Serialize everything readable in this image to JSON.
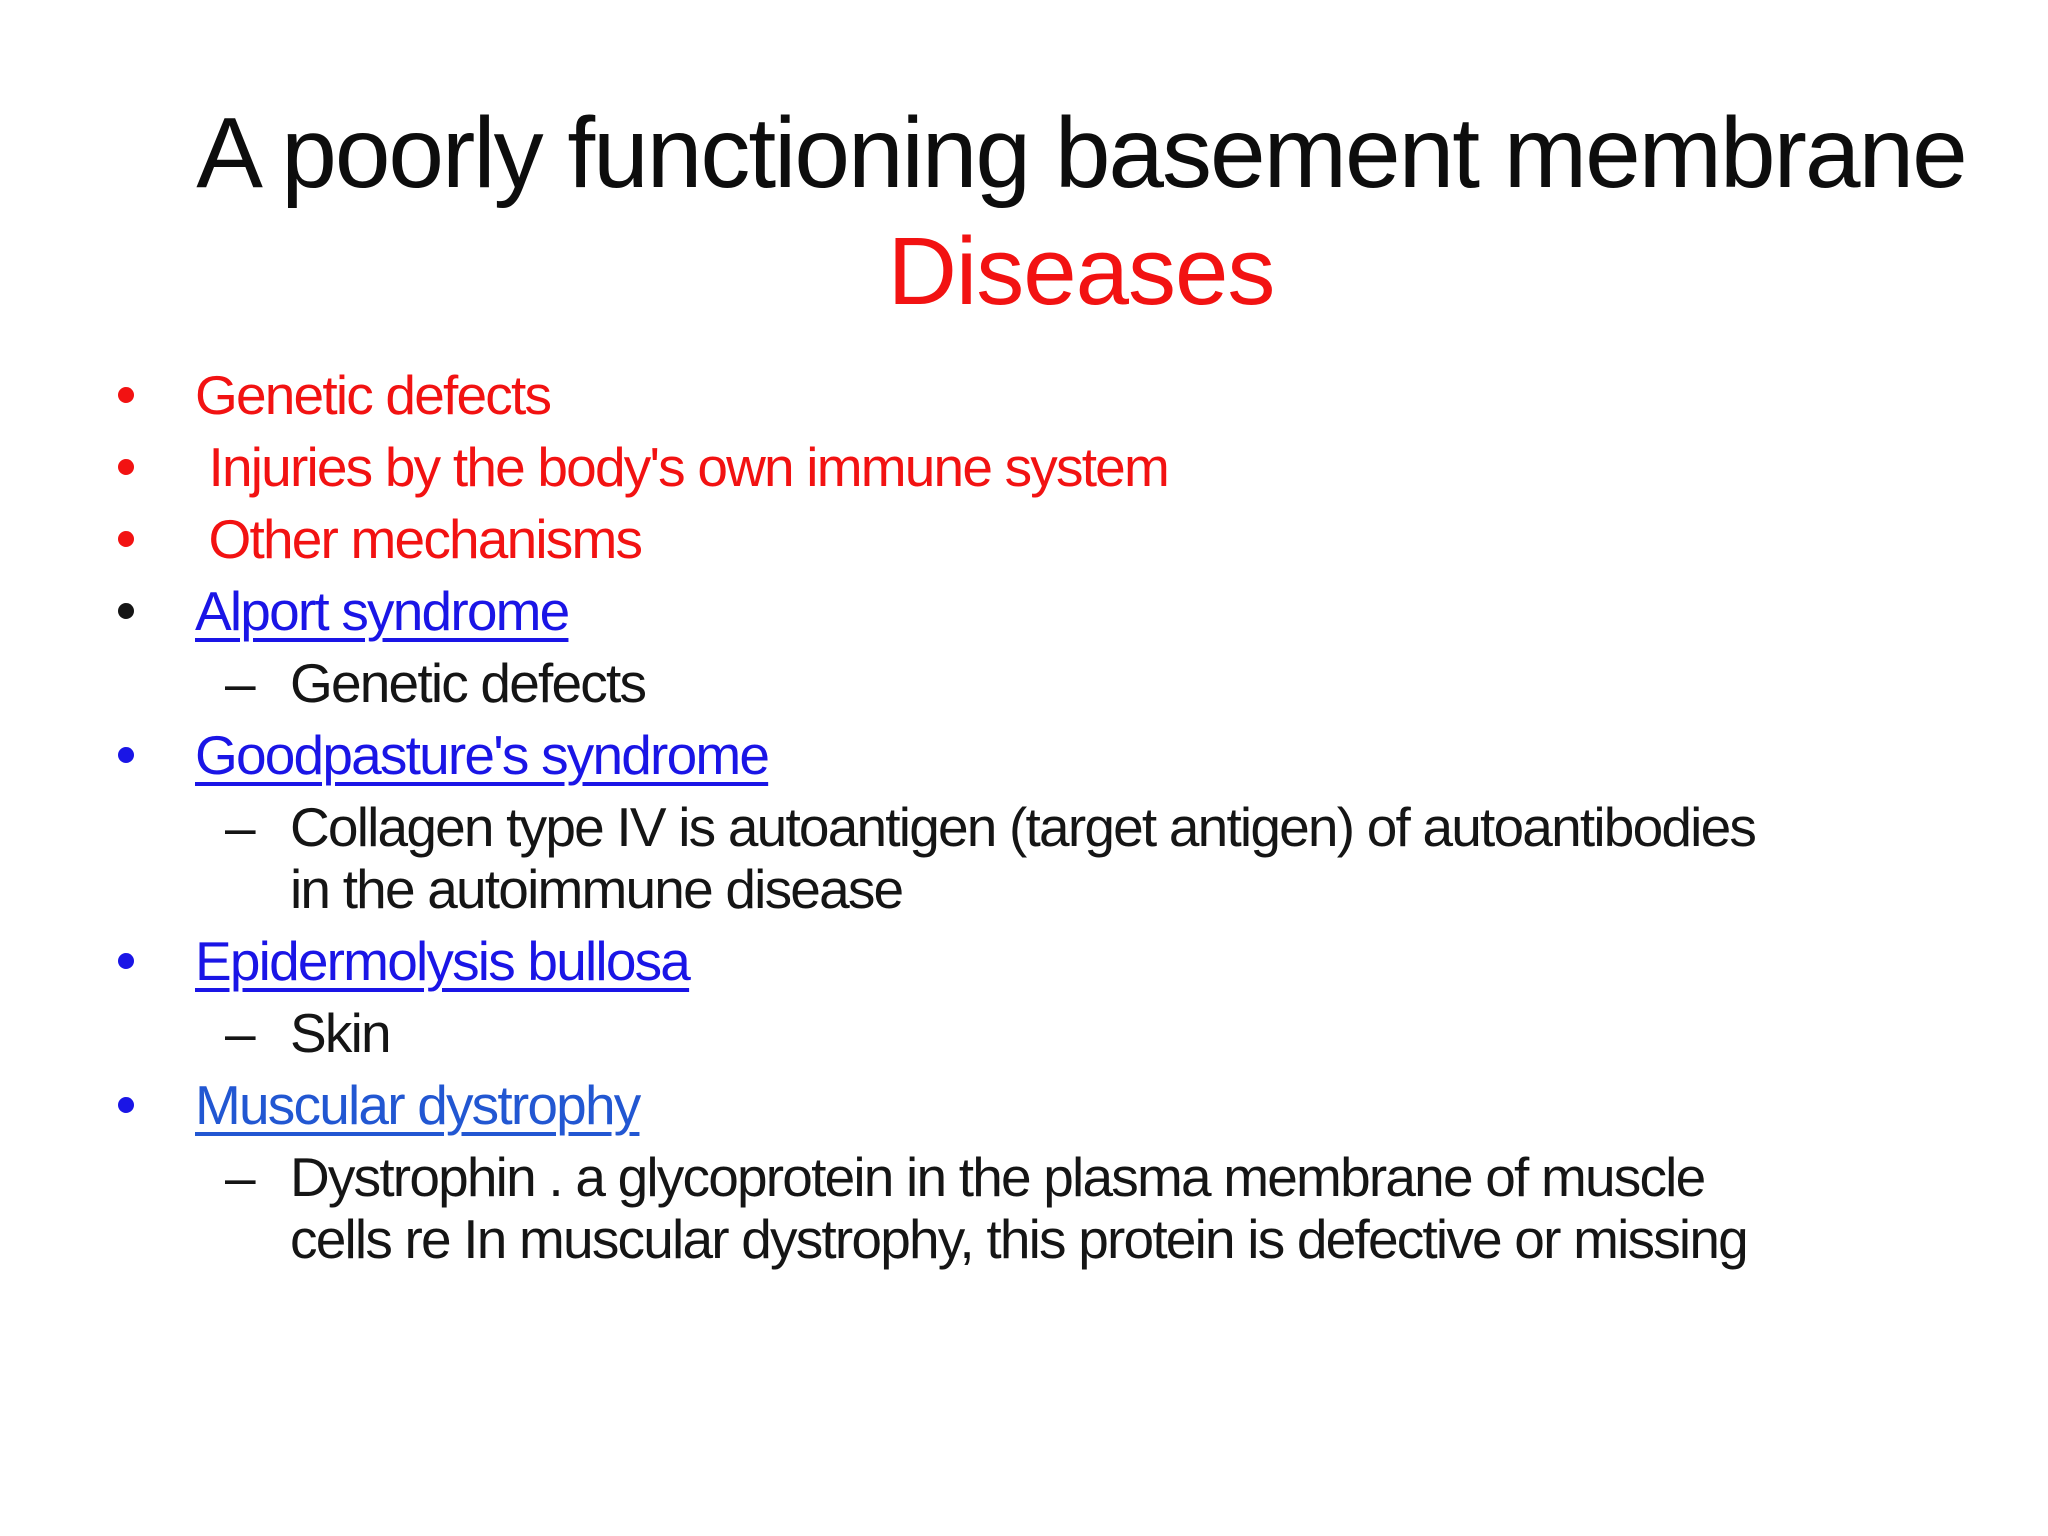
{
  "slide": {
    "title_line1": "A poorly functioning basement membrane",
    "title_line2": "Diseases",
    "dash_glyph": "–",
    "colors": {
      "title_black": "#0d0d0d",
      "red": "#f21212",
      "black": "#151515",
      "link_blue": "#1a15e6",
      "link_blue_light": "#2257d2"
    },
    "bullets": [
      {
        "level": 1,
        "bullet": "dot",
        "bullet_color": "red",
        "style": "red",
        "text": "Genetic defects"
      },
      {
        "level": 1,
        "bullet": "dot",
        "bullet_color": "red",
        "style": "red",
        "text": " Injuries by the body's own immune system"
      },
      {
        "level": 1,
        "bullet": "dot",
        "bullet_color": "red",
        "style": "red",
        "text": " Other mechanisms"
      },
      {
        "level": 1,
        "bullet": "dot",
        "bullet_color": "black",
        "style": "link",
        "text": "Alport syndrome"
      },
      {
        "level": 2,
        "bullet": "dash",
        "bullet_color": "black",
        "style": "black",
        "text": "Genetic defects"
      },
      {
        "level": 1,
        "bullet": "dot",
        "bullet_color": "blue",
        "style": "link",
        "text": "Goodpasture's syndrome"
      },
      {
        "level": 2,
        "bullet": "dash",
        "bullet_color": "black",
        "style": "black",
        "text": "Collagen type IV is autoantigen (target antigen) of autoantibodies\nin the autoimmune disease"
      },
      {
        "level": 1,
        "bullet": "dot",
        "bullet_color": "blue",
        "style": "link",
        "text": "Epidermolysis bullosa"
      },
      {
        "level": 2,
        "bullet": "dash",
        "bullet_color": "black",
        "style": "black",
        "text": "Skin"
      },
      {
        "level": 1,
        "bullet": "dot",
        "bullet_color": "blue",
        "style": "link-light",
        "text": "Muscular dystrophy"
      },
      {
        "level": 2,
        "bullet": "dash",
        "bullet_color": "black",
        "style": "black",
        "text": "Dystrophin . a glycoprotein in the plasma membrane of muscle\ncells re In muscular dystrophy, this protein is defective or missing"
      }
    ]
  }
}
